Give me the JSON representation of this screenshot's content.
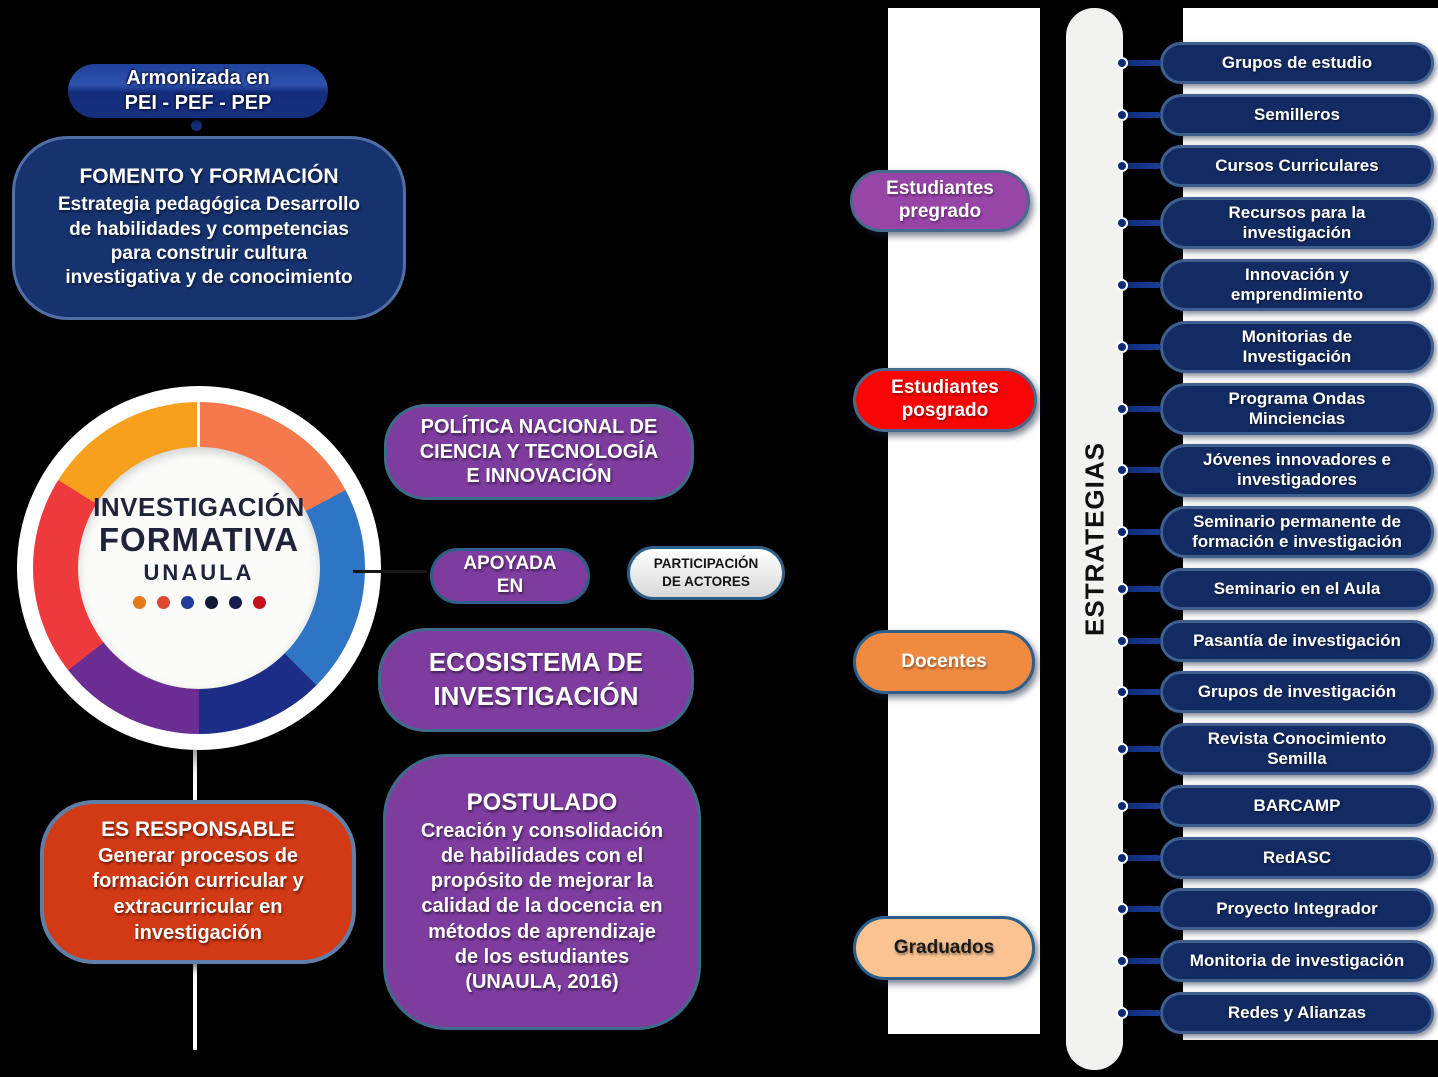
{
  "page": {
    "background_color": "#000000"
  },
  "harmonized_badge": {
    "label": "Armonizada en\nPEI - PEF - PEP"
  },
  "fomento_box": {
    "title": "FOMENTO Y FORMACIÓN",
    "body": "Estrategia pedagógica Desarrollo\nde habilidades y competencias\npara construir cultura\ninvestigativa y de conocimiento",
    "fill": "#17336F"
  },
  "circle": {
    "title_line1": "INVESTIGACIÓN",
    "title_line2": "FORMATIVA",
    "subtitle": "UNAULA",
    "dot_colors": [
      "#E4791B",
      "#DD4733",
      "#1F3E99",
      "#0E1A38",
      "#181C4E",
      "#C2131F"
    ],
    "segments": [
      {
        "color": "#F5794D",
        "from": 0,
        "to": 62
      },
      {
        "color": "#2E75C5",
        "from": 62,
        "to": 135
      },
      {
        "color": "#1C2D87",
        "from": 135,
        "to": 180
      },
      {
        "color": "#6B2D92",
        "from": 180,
        "to": 232
      },
      {
        "color": "#EF3A3D",
        "from": 232,
        "to": 302
      },
      {
        "color": "#F7A01E",
        "from": 302,
        "to": 360
      }
    ]
  },
  "policy_box": {
    "label": "POLÍTICA NACIONAL DE\nCIENCIA Y TECNOLOGÍA\nE INNOVACIÓN",
    "fill": "#7D3C9E"
  },
  "apoyada_pill": {
    "label": "APOYADA\nEN",
    "fill": "#7D3C9E"
  },
  "actores_pill": {
    "label": "PARTICIPACIÓN\nDE ACTORES",
    "fill": "#E2E2E2"
  },
  "ecosistema_box": {
    "label": "ECOSISTEMA DE\nINVESTIGACIÓN",
    "fill": "#7D3C9E"
  },
  "postulado_box": {
    "title": "POSTULADO",
    "body": "Creación y consolidación\nde habilidades con el\npropósito de mejorar la\ncalidad de la docencia en\nmétodos de aprendizaje\nde los estudiantes\n(UNAULA, 2016)",
    "fill": "#7D3C9E"
  },
  "responsable_box": {
    "title": "ES RESPONSABLE",
    "body": "Generar procesos de\nformación curricular y\nextracurricular en\ninvestigación",
    "fill": "#D23915"
  },
  "actors": {
    "items": [
      {
        "label": "Estudiantes\npregrado",
        "fill": "#9845A8",
        "text_color": "#ffffff"
      },
      {
        "label": "Estudiantes\nposgrado",
        "fill": "#FA0505",
        "text_color": "#ffffff"
      },
      {
        "label": "Docentes",
        "fill": "#F08A40",
        "text_color": "#ffffff"
      },
      {
        "label": "Graduados",
        "fill": "#F9C491",
        "text_color": "#1a1a1a"
      }
    ]
  },
  "estrategias_bar": {
    "label": "ESTRATEGIAS"
  },
  "strategies": {
    "pill_fill": "#132B63",
    "items": [
      {
        "label": "Grupos de estudio"
      },
      {
        "label": "Semilleros"
      },
      {
        "label": "Cursos Curriculares"
      },
      {
        "label": "Recursos para la\ninvestigación"
      },
      {
        "label": "Innovación y\nemprendimiento"
      },
      {
        "label": "Monitorias de\nInvestigación"
      },
      {
        "label": "Programa Ondas\nMinciencias"
      },
      {
        "label": "Jóvenes innovadores e\ninvestigadores"
      },
      {
        "label": "Seminario permanente de\nformación e investigación"
      },
      {
        "label": "Seminario en el Aula"
      },
      {
        "label": "Pasantía de investigación"
      },
      {
        "label": "Grupos de investigación"
      },
      {
        "label": "Revista Conocimiento\nSemilla"
      },
      {
        "label": "BARCAMP"
      },
      {
        "label": "RedASC"
      },
      {
        "label": "Proyecto Integrador"
      },
      {
        "label": "Monitoria de investigación"
      },
      {
        "label": "Redes y Alianzas"
      }
    ]
  }
}
